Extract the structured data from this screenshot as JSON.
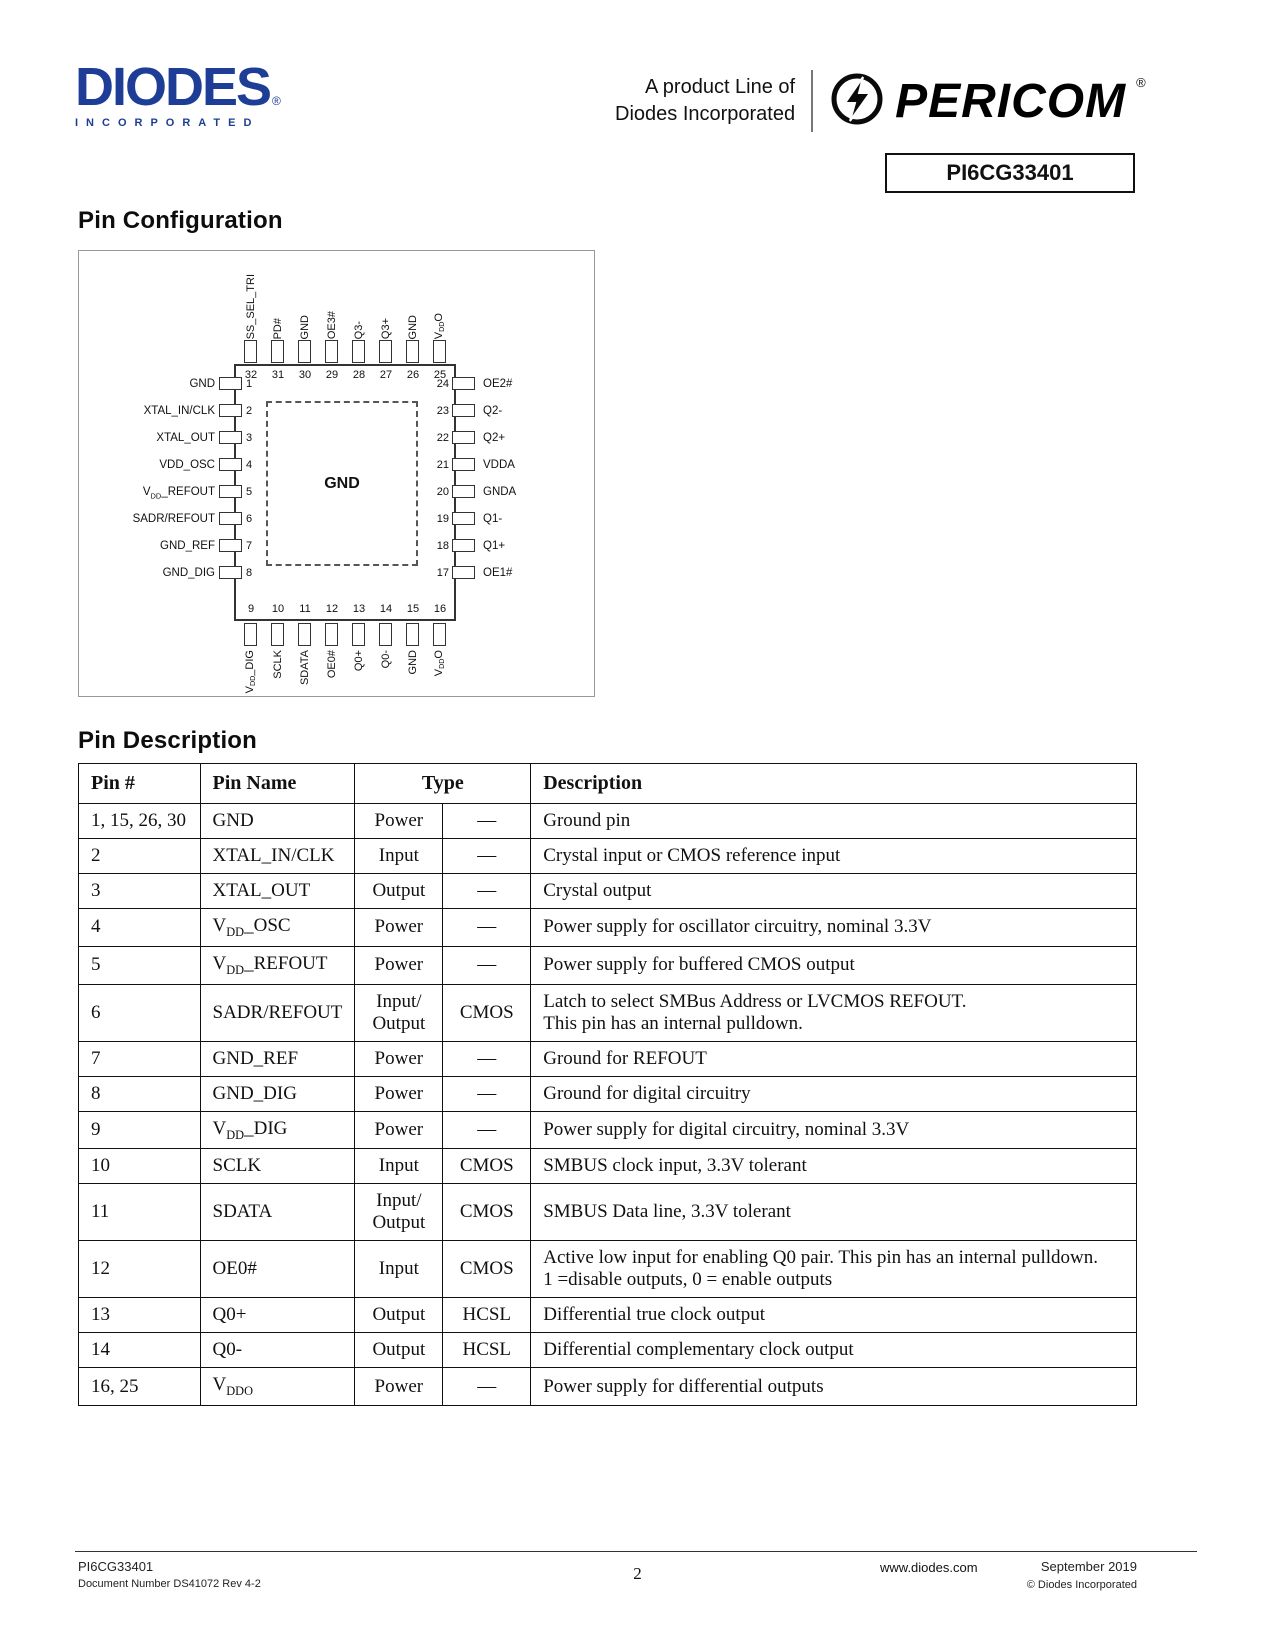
{
  "header": {
    "logo_word": "DIODES",
    "logo_reg": "®",
    "logo_sub": "INCORPORATED",
    "product_line_1": "A product Line of",
    "product_line_2": "Diodes Incorporated",
    "pericom_word": "PERICOM",
    "pericom_reg": "®",
    "part_number": "PI6CG33401"
  },
  "sections": {
    "pin_configuration_title": "Pin Configuration",
    "pin_description_title": "Pin Description"
  },
  "pin_diagram": {
    "center_label": "GND",
    "top": [
      {
        "num": 32,
        "label": "SS_SEL_TRI"
      },
      {
        "num": 31,
        "label": "PD#"
      },
      {
        "num": 30,
        "label": "GND"
      },
      {
        "num": 29,
        "label": "OE3#"
      },
      {
        "num": 28,
        "label": "Q3-"
      },
      {
        "num": 27,
        "label": "Q3+"
      },
      {
        "num": 26,
        "label": "GND"
      },
      {
        "num": 25,
        "label": "V{DD}O"
      }
    ],
    "left": [
      {
        "num": 1,
        "label": "GND"
      },
      {
        "num": 2,
        "label": "XTAL_IN/CLK"
      },
      {
        "num": 3,
        "label": "XTAL_OUT"
      },
      {
        "num": 4,
        "label": "VDD_OSC"
      },
      {
        "num": 5,
        "label": "V{DD}_REFOUT"
      },
      {
        "num": 6,
        "label": "SADR/REFOUT"
      },
      {
        "num": 7,
        "label": "GND_REF"
      },
      {
        "num": 8,
        "label": "GND_DIG"
      }
    ],
    "right": [
      {
        "num": 24,
        "label": "OE2#"
      },
      {
        "num": 23,
        "label": "Q2-"
      },
      {
        "num": 22,
        "label": "Q2+"
      },
      {
        "num": 21,
        "label": "VDDA"
      },
      {
        "num": 20,
        "label": "GNDA"
      },
      {
        "num": 19,
        "label": "Q1-"
      },
      {
        "num": 18,
        "label": "Q1+"
      },
      {
        "num": 17,
        "label": "OE1#"
      }
    ],
    "bottom": [
      {
        "num": 9,
        "label": "V{DD}_DIG"
      },
      {
        "num": 10,
        "label": "SCLK"
      },
      {
        "num": 11,
        "label": "SDATA"
      },
      {
        "num": 12,
        "label": "OE0#"
      },
      {
        "num": 13,
        "label": "Q0+"
      },
      {
        "num": 14,
        "label": "Q0-"
      },
      {
        "num": 15,
        "label": "GND"
      },
      {
        "num": 16,
        "label": "V{DD}O"
      }
    ]
  },
  "pin_table": {
    "headers": {
      "pin": "Pin #",
      "name": "Pin Name",
      "type": "Type",
      "description": "Description"
    },
    "rows": [
      {
        "pin": "1, 15, 26, 30",
        "name": "GND",
        "type1": "Power",
        "type2": "—",
        "desc": "Ground pin"
      },
      {
        "pin": "2",
        "name": "XTAL_IN/CLK",
        "type1": "Input",
        "type2": "—",
        "desc": "Crystal input or CMOS reference input"
      },
      {
        "pin": "3",
        "name": "XTAL_OUT",
        "type1": "Output",
        "type2": "—",
        "desc": "Crystal output"
      },
      {
        "pin": "4",
        "name": "V{DD}_OSC",
        "type1": "Power",
        "type2": "—",
        "desc": "Power supply for oscillator circuitry, nominal 3.3V"
      },
      {
        "pin": "5",
        "name": "V{DD}_REFOUT",
        "type1": "Power",
        "type2": "—",
        "desc": "Power supply for buffered CMOS output"
      },
      {
        "pin": "6",
        "name": "SADR/REFOUT",
        "type1": "Input/\nOutput",
        "type2": "CMOS",
        "desc": "Latch to select SMBus Address or LVCMOS REFOUT.\nThis pin has an internal pulldown."
      },
      {
        "pin": "7",
        "name": "GND_REF",
        "type1": "Power",
        "type2": "—",
        "desc": "Ground for REFOUT"
      },
      {
        "pin": "8",
        "name": "GND_DIG",
        "type1": "Power",
        "type2": "—",
        "desc": "Ground for digital circuitry"
      },
      {
        "pin": "9",
        "name": "V{DD}_DIG",
        "type1": "Power",
        "type2": "—",
        "desc": "Power supply for digital circuitry, nominal 3.3V"
      },
      {
        "pin": "10",
        "name": "SCLK",
        "type1": "Input",
        "type2": "CMOS",
        "desc": "SMBUS clock input, 3.3V tolerant"
      },
      {
        "pin": "11",
        "name": "SDATA",
        "type1": "Input/\nOutput",
        "type2": "CMOS",
        "desc": "SMBUS Data line, 3.3V tolerant"
      },
      {
        "pin": "12",
        "name": "OE0#",
        "type1": "Input",
        "type2": "CMOS",
        "desc": "Active low input for enabling Q0 pair. This pin has an internal pulldown.\n1 =disable outputs, 0 = enable outputs"
      },
      {
        "pin": "13",
        "name": "Q0+",
        "type1": "Output",
        "type2": "HCSL",
        "desc": "Differential true clock output"
      },
      {
        "pin": "14",
        "name": "Q0-",
        "type1": "Output",
        "type2": "HCSL",
        "desc": "Differential complementary clock output"
      },
      {
        "pin": "16, 25",
        "name": "V{DDO}",
        "type1": "Power",
        "type2": "—",
        "desc": "Power supply for differential outputs"
      }
    ]
  },
  "footer": {
    "part": "PI6CG33401",
    "doc_number": "Document Number DS41072 Rev 4-2",
    "page": "2",
    "website": "www.diodes.com",
    "date": "September 2019",
    "copyright": "©  Diodes Incorporated"
  }
}
